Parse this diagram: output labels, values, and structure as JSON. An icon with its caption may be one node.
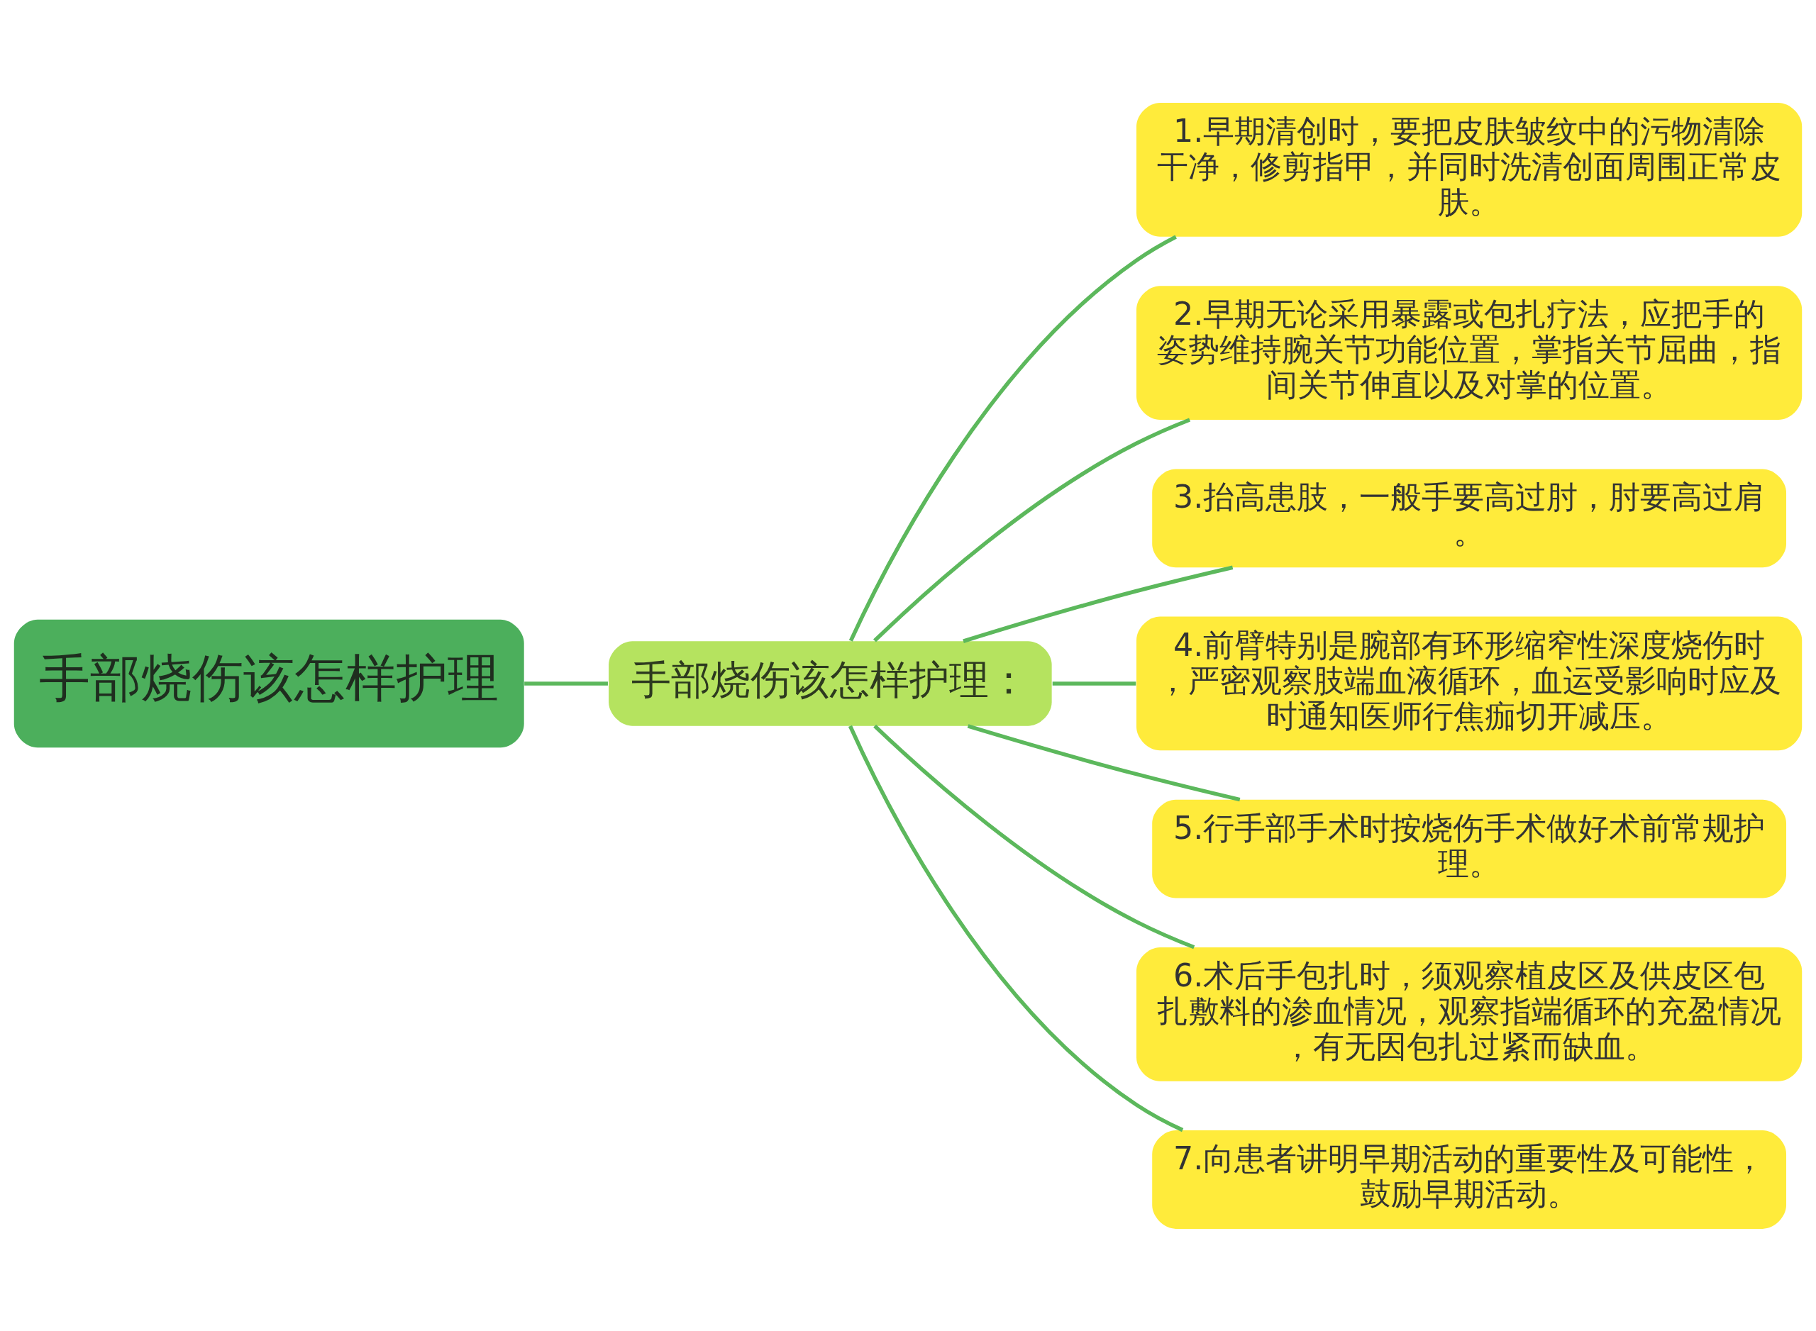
{
  "diagram": {
    "nodes": [
      {
        "text": [
          "手部烧伤该怎样护理"
        ]
      },
      {
        "text": [
          "手部烧伤该怎样护理："
        ]
      },
      {
        "text": [
          "1.早期清创时，要把皮肤皱纹中的污物清除干净，修剪指甲，并同时洗清创面周围正常皮肤。"
        ]
      },
      {
        "text": [
          "2.早期无论采用暴露或包扎疗法，应把手的姿势维持腕关节功能位置，掌指关节屈曲，指间关节伸直以及对掌的位置。"
        ]
      },
      {
        "text": [
          "3.抬高患肢，一般手要高过肘，肘要高过肩。"
        ]
      },
      {
        "text": [
          "4.前臂特别是腕部有环形缩窄性深度烧伤时，严密观察肢端血液循环，血运受影响时应及时通知医师行焦痂切开减压。"
        ]
      },
      {
        "text": [
          "5.行手部手术时按烧伤手术做好术前常规护理。"
        ]
      },
      {
        "text": [
          "6.术后手包扎时，须观察植皮区及供皮区包扎敷料的渗血情况，观察指端循环的充盈情况，有无因包扎过紧而缺血。"
        ]
      },
      {
        "text": [
          "7.向患者讲明早期活动的重要性及可能性，鼓励早期活动。"
        ]
      }
    ],
    "edges": [
      {
        "from": 0,
        "to": 1,
        "arrow": "none"
      },
      {
        "from": 1,
        "to": 2,
        "arrow": "none"
      },
      {
        "from": 1,
        "to": 3,
        "arrow": "none"
      },
      {
        "from": 1,
        "to": 4,
        "arrow": "none"
      },
      {
        "from": 1,
        "to": 5,
        "arrow": "none"
      },
      {
        "from": 1,
        "to": 6,
        "arrow": "none"
      },
      {
        "from": 1,
        "to": 7,
        "arrow": "none"
      },
      {
        "from": 1,
        "to": 8,
        "arrow": "none"
      }
    ]
  }
}
